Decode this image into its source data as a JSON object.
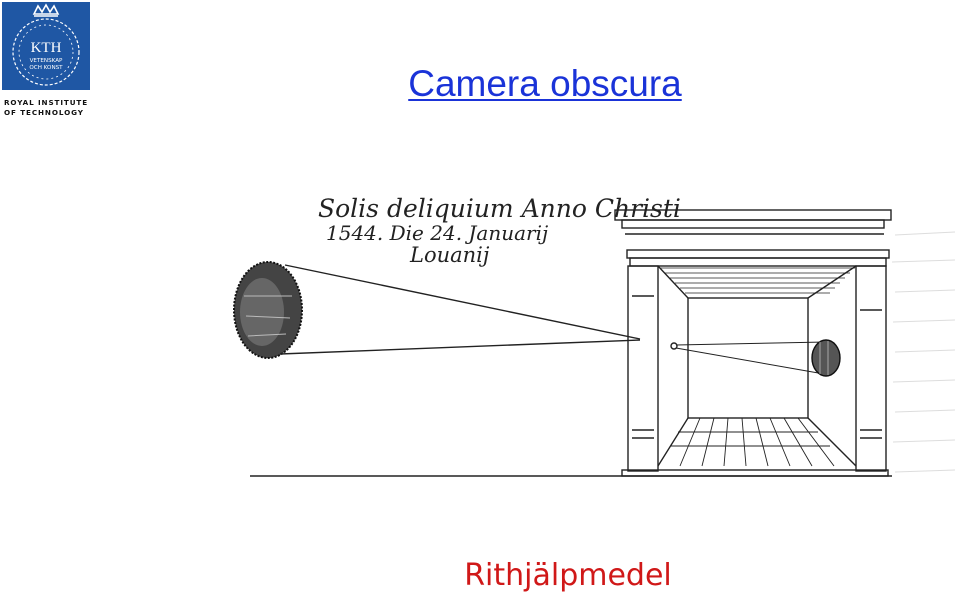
{
  "logo": {
    "monogram": "KTH",
    "motto_line1": "VETENSKAP",
    "motto_line2": "OCH KONST",
    "institution_line1": "ROYAL INSTITUTE",
    "institution_line2": "OF TECHNOLOGY"
  },
  "slide": {
    "title": "Camera obscura",
    "subtitle": "Rithjälpmedel"
  },
  "illustration": {
    "inscription_line1": "Solis deliquium Anno Christi",
    "inscription_line2": "1544. Die 24. Januarij",
    "inscription_line3": "Louanij"
  },
  "colors": {
    "title": "#1a33d8",
    "subtitle": "#d01818",
    "logo_bg": "#1f57a4"
  }
}
